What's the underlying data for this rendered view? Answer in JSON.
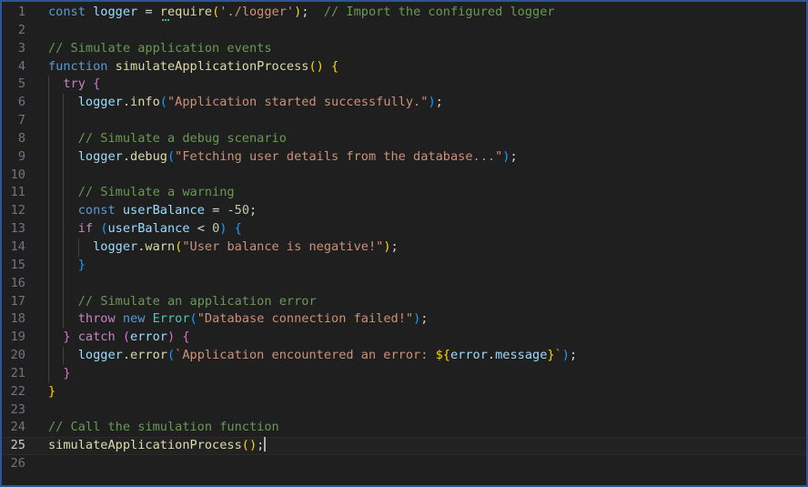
{
  "editor": {
    "language": "javascript",
    "active_line": 25,
    "colors": {
      "background": "#1f1f1f",
      "frame_border": "#2f5597",
      "line_number": "#6e7681",
      "keyword_storage": "#569cd6",
      "keyword_control": "#c586c0",
      "variable": "#9cdcfe",
      "function": "#dcdcaa",
      "string": "#ce9178",
      "comment": "#6a9955",
      "number": "#b5cea8",
      "class": "#4ec9b0",
      "bracket_gold": "#ffd700",
      "bracket_orchid": "#da70d6",
      "bracket_blue": "#179fff",
      "plain": "#d4d4d4"
    },
    "lines": [
      {
        "n": "1",
        "indent": 0,
        "tokens": [
          {
            "t": "const",
            "c": "keyword_storage"
          },
          {
            "t": " ",
            "c": "plain"
          },
          {
            "t": "logger",
            "c": "variable"
          },
          {
            "t": " = ",
            "c": "plain"
          },
          {
            "t": "require",
            "c": "function"
          },
          {
            "t": "(",
            "c": "bracket_gold"
          },
          {
            "t": "'./logger'",
            "c": "string"
          },
          {
            "t": ")",
            "c": "bracket_gold"
          },
          {
            "t": ";  ",
            "c": "plain"
          },
          {
            "t": "// Import the configured logger",
            "c": "comment"
          }
        ]
      },
      {
        "n": "2",
        "indent": 0,
        "tokens": []
      },
      {
        "n": "3",
        "indent": 0,
        "tokens": [
          {
            "t": "// Simulate application events",
            "c": "comment"
          }
        ]
      },
      {
        "n": "4",
        "indent": 0,
        "tokens": [
          {
            "t": "function",
            "c": "keyword_storage"
          },
          {
            "t": " ",
            "c": "plain"
          },
          {
            "t": "simulateApplicationProcess",
            "c": "function"
          },
          {
            "t": "()",
            "c": "bracket_gold"
          },
          {
            "t": " ",
            "c": "plain"
          },
          {
            "t": "{",
            "c": "bracket_gold"
          }
        ]
      },
      {
        "n": "5",
        "indent": 1,
        "tokens": [
          {
            "t": "  ",
            "c": "plain"
          },
          {
            "t": "try",
            "c": "keyword_control"
          },
          {
            "t": " ",
            "c": "plain"
          },
          {
            "t": "{",
            "c": "bracket_orchid"
          }
        ]
      },
      {
        "n": "6",
        "indent": 2,
        "tokens": [
          {
            "t": "    ",
            "c": "plain"
          },
          {
            "t": "logger",
            "c": "variable"
          },
          {
            "t": ".",
            "c": "plain"
          },
          {
            "t": "info",
            "c": "function"
          },
          {
            "t": "(",
            "c": "bracket_blue"
          },
          {
            "t": "\"Application started successfully.\"",
            "c": "string"
          },
          {
            "t": ")",
            "c": "bracket_blue"
          },
          {
            "t": ";",
            "c": "plain"
          }
        ]
      },
      {
        "n": "7",
        "indent": 2,
        "tokens": []
      },
      {
        "n": "8",
        "indent": 2,
        "tokens": [
          {
            "t": "    ",
            "c": "plain"
          },
          {
            "t": "// Simulate a debug scenario",
            "c": "comment"
          }
        ]
      },
      {
        "n": "9",
        "indent": 2,
        "tokens": [
          {
            "t": "    ",
            "c": "plain"
          },
          {
            "t": "logger",
            "c": "variable"
          },
          {
            "t": ".",
            "c": "plain"
          },
          {
            "t": "debug",
            "c": "function"
          },
          {
            "t": "(",
            "c": "bracket_blue"
          },
          {
            "t": "\"Fetching user details from the database...\"",
            "c": "string"
          },
          {
            "t": ")",
            "c": "bracket_blue"
          },
          {
            "t": ";",
            "c": "plain"
          }
        ]
      },
      {
        "n": "10",
        "indent": 2,
        "tokens": []
      },
      {
        "n": "11",
        "indent": 2,
        "tokens": [
          {
            "t": "    ",
            "c": "plain"
          },
          {
            "t": "// Simulate a warning",
            "c": "comment"
          }
        ]
      },
      {
        "n": "12",
        "indent": 2,
        "tokens": [
          {
            "t": "    ",
            "c": "plain"
          },
          {
            "t": "const",
            "c": "keyword_storage"
          },
          {
            "t": " ",
            "c": "plain"
          },
          {
            "t": "userBalance",
            "c": "variable"
          },
          {
            "t": " = -",
            "c": "plain"
          },
          {
            "t": "50",
            "c": "number"
          },
          {
            "t": ";",
            "c": "plain"
          }
        ]
      },
      {
        "n": "13",
        "indent": 2,
        "tokens": [
          {
            "t": "    ",
            "c": "plain"
          },
          {
            "t": "if",
            "c": "keyword_control"
          },
          {
            "t": " ",
            "c": "plain"
          },
          {
            "t": "(",
            "c": "bracket_blue"
          },
          {
            "t": "userBalance",
            "c": "variable"
          },
          {
            "t": " < ",
            "c": "plain"
          },
          {
            "t": "0",
            "c": "number"
          },
          {
            "t": ")",
            "c": "bracket_blue"
          },
          {
            "t": " ",
            "c": "plain"
          },
          {
            "t": "{",
            "c": "bracket_blue"
          }
        ]
      },
      {
        "n": "14",
        "indent": 3,
        "tokens": [
          {
            "t": "      ",
            "c": "plain"
          },
          {
            "t": "logger",
            "c": "variable"
          },
          {
            "t": ".",
            "c": "plain"
          },
          {
            "t": "warn",
            "c": "function"
          },
          {
            "t": "(",
            "c": "bracket_gold"
          },
          {
            "t": "\"User balance is negative!\"",
            "c": "string"
          },
          {
            "t": ")",
            "c": "bracket_gold"
          },
          {
            "t": ";",
            "c": "plain"
          }
        ]
      },
      {
        "n": "15",
        "indent": 2,
        "tokens": [
          {
            "t": "    ",
            "c": "plain"
          },
          {
            "t": "}",
            "c": "bracket_blue"
          }
        ]
      },
      {
        "n": "16",
        "indent": 2,
        "tokens": []
      },
      {
        "n": "17",
        "indent": 2,
        "tokens": [
          {
            "t": "    ",
            "c": "plain"
          },
          {
            "t": "// Simulate an application error",
            "c": "comment"
          }
        ]
      },
      {
        "n": "18",
        "indent": 2,
        "tokens": [
          {
            "t": "    ",
            "c": "plain"
          },
          {
            "t": "throw",
            "c": "keyword_control"
          },
          {
            "t": " ",
            "c": "plain"
          },
          {
            "t": "new",
            "c": "keyword_storage"
          },
          {
            "t": " ",
            "c": "plain"
          },
          {
            "t": "Error",
            "c": "class"
          },
          {
            "t": "(",
            "c": "bracket_blue"
          },
          {
            "t": "\"Database connection failed!\"",
            "c": "string"
          },
          {
            "t": ")",
            "c": "bracket_blue"
          },
          {
            "t": ";",
            "c": "plain"
          }
        ]
      },
      {
        "n": "19",
        "indent": 1,
        "tokens": [
          {
            "t": "  ",
            "c": "plain"
          },
          {
            "t": "}",
            "c": "bracket_orchid"
          },
          {
            "t": " ",
            "c": "plain"
          },
          {
            "t": "catch",
            "c": "keyword_control"
          },
          {
            "t": " ",
            "c": "plain"
          },
          {
            "t": "(",
            "c": "bracket_orchid"
          },
          {
            "t": "error",
            "c": "variable"
          },
          {
            "t": ")",
            "c": "bracket_orchid"
          },
          {
            "t": " ",
            "c": "plain"
          },
          {
            "t": "{",
            "c": "bracket_orchid"
          }
        ]
      },
      {
        "n": "20",
        "indent": 2,
        "tokens": [
          {
            "t": "    ",
            "c": "plain"
          },
          {
            "t": "logger",
            "c": "variable"
          },
          {
            "t": ".",
            "c": "plain"
          },
          {
            "t": "error",
            "c": "function"
          },
          {
            "t": "(",
            "c": "bracket_blue"
          },
          {
            "t": "`Application encountered an error: ",
            "c": "string"
          },
          {
            "t": "${",
            "c": "bracket_gold"
          },
          {
            "t": "error",
            "c": "variable"
          },
          {
            "t": ".",
            "c": "plain"
          },
          {
            "t": "message",
            "c": "variable"
          },
          {
            "t": "}",
            "c": "bracket_gold"
          },
          {
            "t": "`",
            "c": "string"
          },
          {
            "t": ")",
            "c": "bracket_blue"
          },
          {
            "t": ";",
            "c": "plain"
          }
        ]
      },
      {
        "n": "21",
        "indent": 1,
        "tokens": [
          {
            "t": "  ",
            "c": "plain"
          },
          {
            "t": "}",
            "c": "bracket_orchid"
          }
        ]
      },
      {
        "n": "22",
        "indent": 0,
        "tokens": [
          {
            "t": "}",
            "c": "bracket_gold"
          }
        ]
      },
      {
        "n": "23",
        "indent": 0,
        "tokens": []
      },
      {
        "n": "24",
        "indent": 0,
        "tokens": [
          {
            "t": "// Call the simulation function",
            "c": "comment"
          }
        ]
      },
      {
        "n": "25",
        "indent": 0,
        "tokens": [
          {
            "t": "simulateApplicationProcess",
            "c": "function"
          },
          {
            "t": "()",
            "c": "bracket_gold"
          },
          {
            "t": ";",
            "c": "plain"
          }
        ]
      },
      {
        "n": "26",
        "indent": 0,
        "tokens": []
      }
    ]
  }
}
